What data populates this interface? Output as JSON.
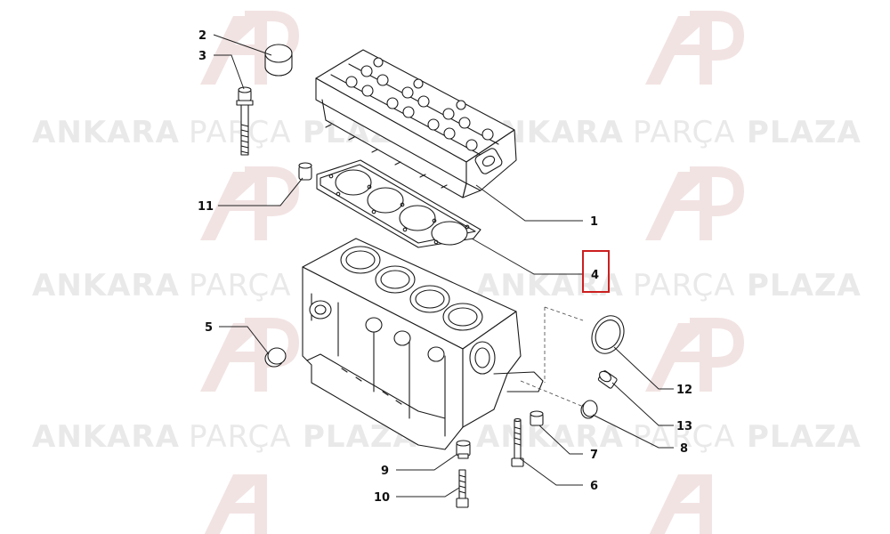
{
  "watermark": {
    "brand_bold_1": "ANKARA",
    "brand_light": "PARÇA",
    "brand_bold_2": "PLAZA",
    "color": "#e9e9e9",
    "logo_color": "#f2e3e3"
  },
  "highlight": {
    "color": "#cc1f1f",
    "label": "4"
  },
  "callouts": [
    {
      "id": "2",
      "label": "2"
    },
    {
      "id": "3",
      "label": "3"
    },
    {
      "id": "11",
      "label": "11"
    },
    {
      "id": "1",
      "label": "1"
    },
    {
      "id": "4",
      "label": "4"
    },
    {
      "id": "5",
      "label": "5"
    },
    {
      "id": "12",
      "label": "12"
    },
    {
      "id": "13",
      "label": "13"
    },
    {
      "id": "8",
      "label": "8"
    },
    {
      "id": "7",
      "label": "7"
    },
    {
      "id": "6",
      "label": "6"
    },
    {
      "id": "9",
      "label": "9"
    },
    {
      "id": "10",
      "label": "10"
    }
  ]
}
